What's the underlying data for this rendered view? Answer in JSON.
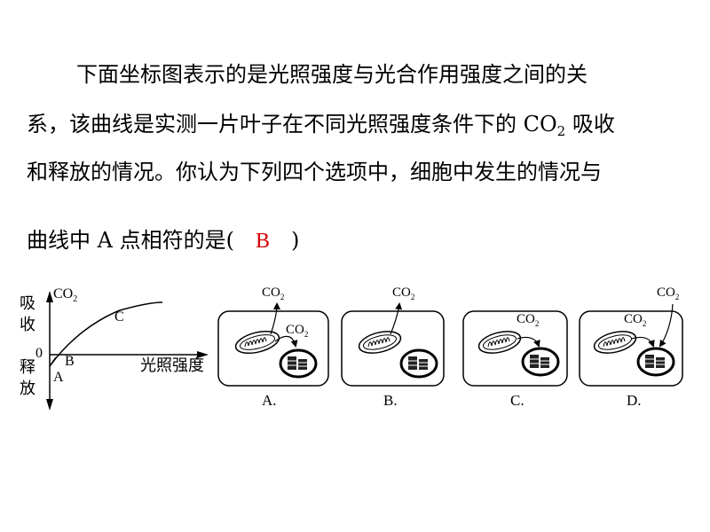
{
  "question": {
    "line1": "下面坐标图表示的是光照强度与光合作用强度之间的关",
    "line2_pre": "系，该曲线是实测一片叶子在不同光照强度条件下的 CO",
    "line2_sub": "2",
    "line2_post": " 吸收",
    "line3": "和释放的情况。你认为下列四个选项中，细胞中发生的情况与",
    "line4_pre": "曲线中 A 点相符的是(",
    "answer": "B",
    "line4_post": ")"
  },
  "graph": {
    "y_top_label_1": "吸",
    "y_top_label_2": "收",
    "y_bottom_label_1": "释",
    "y_bottom_label_2": "放",
    "co2_main": "CO",
    "co2_sub": "2",
    "zero": "0",
    "x_label": "光照强度",
    "point_a": "A",
    "point_b": "B",
    "point_c": "C"
  },
  "options": [
    {
      "label": "A.",
      "co2_out_main": "CO",
      "co2_out_sub": "2",
      "co2_in_main": "CO",
      "co2_in_sub": "2"
    },
    {
      "label": "B.",
      "co2_out_main": "CO",
      "co2_out_sub": "2"
    },
    {
      "label": "C.",
      "co2_in_main": "CO",
      "co2_in_sub": "2"
    },
    {
      "label": "D.",
      "co2_out_main": "CO",
      "co2_out_sub": "2",
      "co2_in_main": "CO",
      "co2_in_sub": "2"
    }
  ]
}
